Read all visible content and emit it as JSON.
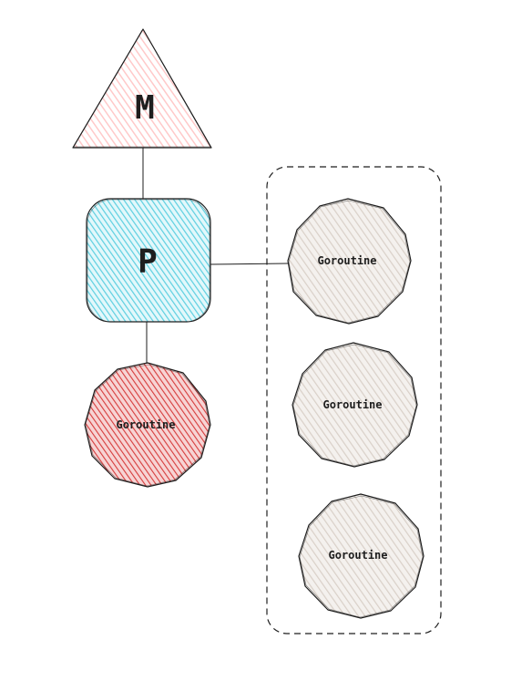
{
  "nodes": {
    "machine": {
      "label": "M",
      "fill": "#ffc9c9",
      "stroke": "#1e1e1e"
    },
    "processor": {
      "label": "P",
      "fill": "#66d9e8",
      "stroke": "#1e1e1e"
    },
    "running_goroutine": {
      "label": "Goroutine",
      "fill": "#e03131",
      "stroke": "#1e1e1e"
    },
    "queued_goroutines": [
      {
        "label": "Goroutine",
        "fill": "#d6cdc4"
      },
      {
        "label": "Goroutine",
        "fill": "#d6cdc4"
      },
      {
        "label": "Goroutine",
        "fill": "#d6cdc4"
      }
    ]
  },
  "run_queue": {
    "border_style": "dashed",
    "stroke": "#1e1e1e"
  },
  "connectors": [
    "machine-to-processor",
    "processor-to-running-goroutine",
    "processor-to-run-queue"
  ]
}
